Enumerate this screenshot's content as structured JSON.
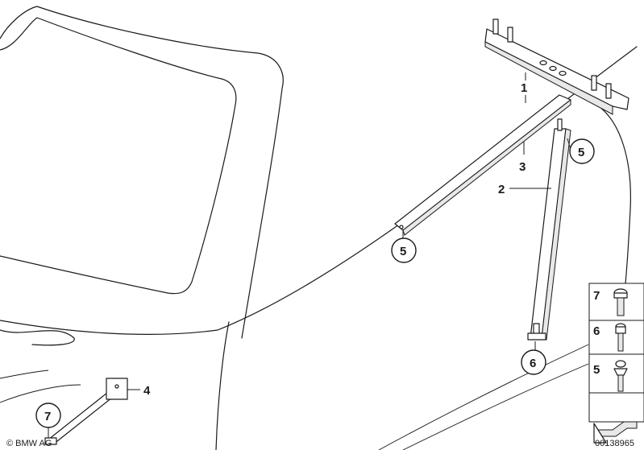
{
  "callouts": {
    "c1": "1",
    "c2": "2",
    "c3": "3",
    "c4": "4",
    "c5_top": "5",
    "c5_left": "5",
    "c6": "6",
    "c7": "7"
  },
  "legend": {
    "item7": "7",
    "item6": "6",
    "item5": "5"
  },
  "footer": {
    "copyright": "© BMW AG",
    "image_number": "00138965"
  }
}
